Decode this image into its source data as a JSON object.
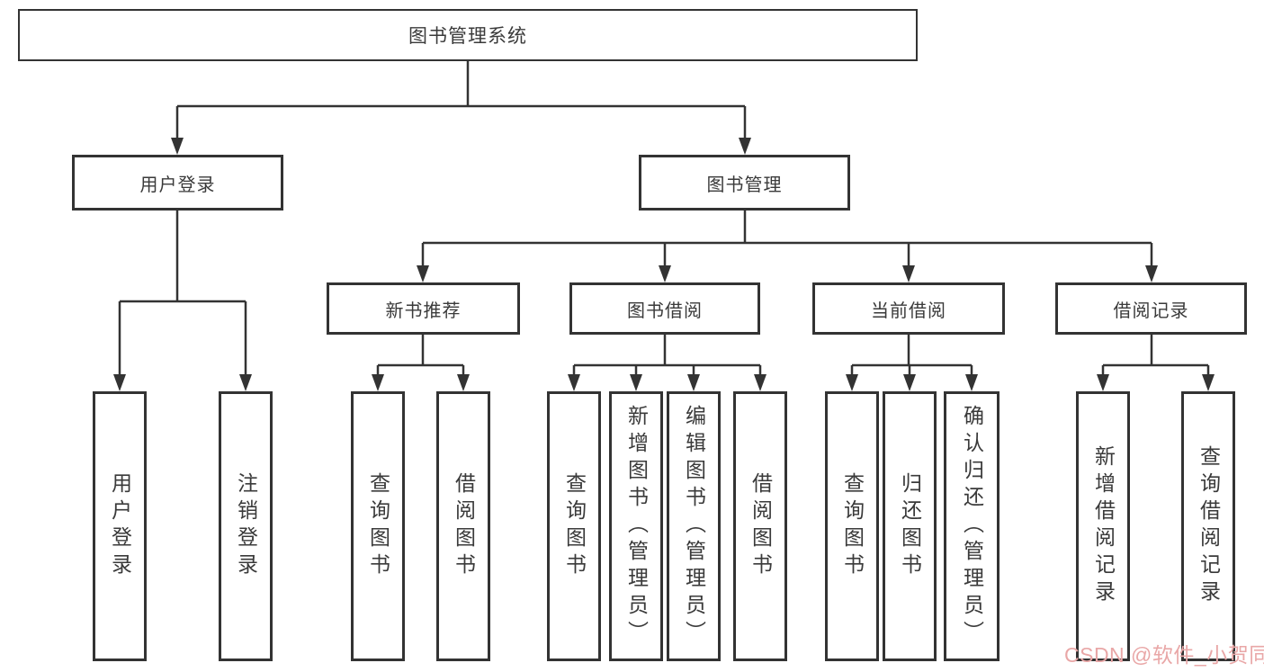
{
  "nodes": {
    "root": {
      "label": "图书管理系统"
    },
    "branches": [
      {
        "label": "用户登录",
        "children": [
          {
            "label": "用户登录"
          },
          {
            "label": "注销登录"
          }
        ]
      },
      {
        "label": "图书管理",
        "children": [
          {
            "label": "新书推荐",
            "children": [
              {
                "label": "查询图书"
              },
              {
                "label": "借阅图书"
              }
            ]
          },
          {
            "label": "图书借阅",
            "children": [
              {
                "label": "查询图书"
              },
              {
                "label": "新增图书（管理员）"
              },
              {
                "label": "编辑图书（管理员）"
              },
              {
                "label": "借阅图书"
              }
            ]
          },
          {
            "label": "当前借阅",
            "children": [
              {
                "label": "查询图书"
              },
              {
                "label": "归还图书"
              },
              {
                "label": "确认归还（管理员）"
              }
            ]
          },
          {
            "label": "借阅记录",
            "children": [
              {
                "label": "新增借阅记录"
              },
              {
                "label": "查询借阅记录"
              }
            ]
          }
        ]
      }
    ]
  },
  "watermark": {
    "text": "CSDN @软件_小贺同学"
  },
  "colors": {
    "line": "#333333",
    "box_border": "#333333",
    "box_background": "#ffffff",
    "text": "#3a3a3a",
    "watermark": "#e9a7a7"
  }
}
